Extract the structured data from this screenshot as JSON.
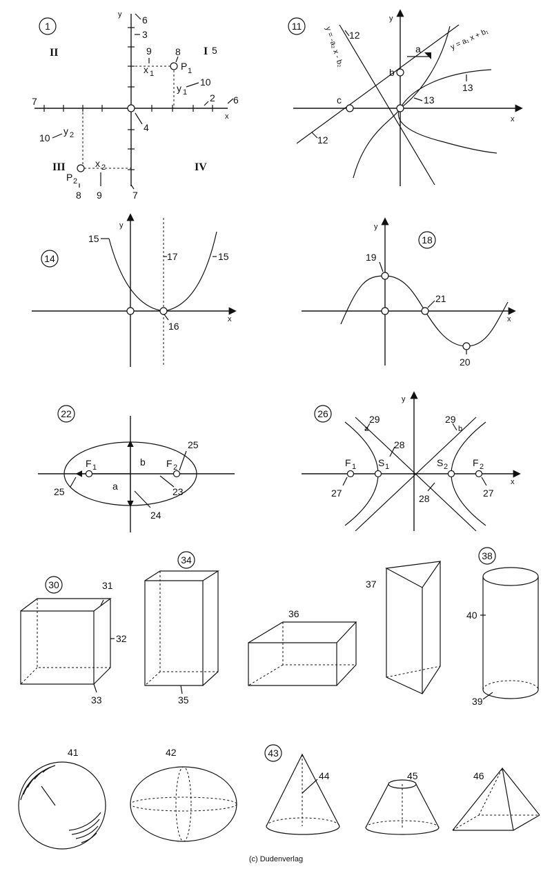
{
  "credit": "(c) Dudenverlag",
  "fig1": {
    "circle_number": "1",
    "quadrants": [
      "I",
      "II",
      "III",
      "IV"
    ],
    "axis_x": "x",
    "axis_y": "y",
    "point_1": "P",
    "point_1_sub": "1",
    "point_2": "P",
    "point_2_sub": "2",
    "x1": "x",
    "x1_sub": "1",
    "y1": "y",
    "y1_sub": "1",
    "x2": "x",
    "x2_sub": "2",
    "y2": "y",
    "y2_sub": "2",
    "labels": [
      "2",
      "3",
      "4",
      "5",
      "6",
      "6",
      "7",
      "7",
      "8",
      "8",
      "9",
      "9",
      "10",
      "10"
    ]
  },
  "fig11": {
    "circle_number": "11",
    "axis_x": "x",
    "axis_y": "y",
    "eq_left": "y = -a₂ x - b₂",
    "eq_right": "y = a₁ x + b₁",
    "letters": [
      "a",
      "b",
      "c"
    ],
    "labels": [
      "12",
      "12",
      "13",
      "13"
    ]
  },
  "fig14": {
    "circle_number": "14",
    "axis_x": "x",
    "axis_y": "y",
    "labels": [
      "15",
      "15",
      "16",
      "17"
    ]
  },
  "fig18": {
    "circle_number": "18",
    "axis_x": "x",
    "axis_y": "y",
    "labels": [
      "19",
      "20",
      "21"
    ]
  },
  "fig22": {
    "circle_number": "22",
    "letters": [
      "a",
      "b"
    ],
    "focus_1": "F",
    "focus_1_sub": "1",
    "focus_2": "F",
    "focus_2_sub": "2",
    "labels": [
      "23",
      "24",
      "25",
      "25"
    ]
  },
  "fig26": {
    "circle_number": "26",
    "axis_x": "x",
    "axis_y": "y",
    "letters": [
      "a",
      "b"
    ],
    "focus_1": "F",
    "focus_1_sub": "1",
    "focus_2": "F",
    "focus_2_sub": "2",
    "vertex_1": "S",
    "vertex_1_sub": "1",
    "vertex_2": "S",
    "vertex_2_sub": "2",
    "labels": [
      "27",
      "27",
      "28",
      "28",
      "29",
      "29"
    ]
  },
  "solids": {
    "cube": {
      "circle_number": "30",
      "labels": [
        "31",
        "32",
        "33"
      ]
    },
    "cuboid_tall": {
      "circle_number": "34",
      "labels": [
        "35"
      ]
    },
    "cuboid_flat": {
      "labels": [
        "36"
      ]
    },
    "prism": {
      "labels": [
        "37"
      ]
    },
    "cylinder": {
      "circle_number": "38",
      "labels": [
        "39",
        "40"
      ]
    },
    "sphere": {
      "labels": [
        "41"
      ]
    },
    "ellipsoid": {
      "labels": [
        "42"
      ]
    },
    "cone": {
      "circle_number": "43",
      "labels": [
        "44"
      ]
    },
    "frustum": {
      "labels": [
        "45"
      ]
    },
    "pyramid": {
      "labels": [
        "46"
      ]
    }
  }
}
